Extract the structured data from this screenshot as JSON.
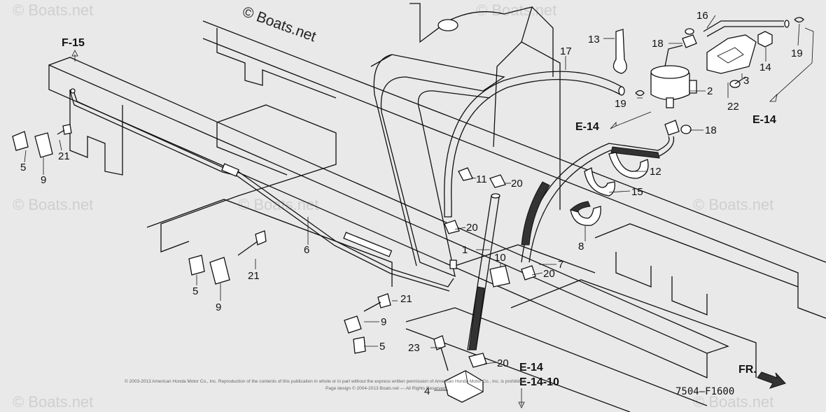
{
  "watermark": {
    "main_text": "© Boats.net",
    "faint_text": "© Boats.net"
  },
  "diagram_code": "7504—F1600",
  "front_marker": "FR.",
  "copyright_lines": [
    "© 2003-2013 American Honda Motor Co., Inc. Reproduction of the contents of this publication in whole or in part without the express written permission of American Honda Motor Co., Inc. is prohibited",
    "Page design © 2004-2013 Boats.net — All Rights Reserved"
  ],
  "section_refs": {
    "f15": "F-15",
    "e14_mid": "E-14",
    "e14_right": "E-14",
    "e14_bottom": "E-14",
    "e14_10": "E-14-10"
  },
  "part_labels": {
    "p1": "1",
    "p2": "2",
    "p3": "3",
    "p4": "4",
    "p5a": "5",
    "p5b": "5",
    "p5c": "5",
    "p6": "6",
    "p7": "7",
    "p8": "8",
    "p9a": "9",
    "p9b": "9",
    "p9c": "9",
    "p10": "10",
    "p11": "11",
    "p12": "12",
    "p13": "13",
    "p14": "14",
    "p15": "15",
    "p16": "16",
    "p17": "17",
    "p18a": "18",
    "p18b": "18",
    "p19a": "19",
    "p19b": "19",
    "p20a": "20",
    "p20b": "20",
    "p20c": "20",
    "p20d": "20",
    "p21a": "21",
    "p21b": "21",
    "p21c": "21",
    "p22": "22",
    "p23": "23"
  }
}
